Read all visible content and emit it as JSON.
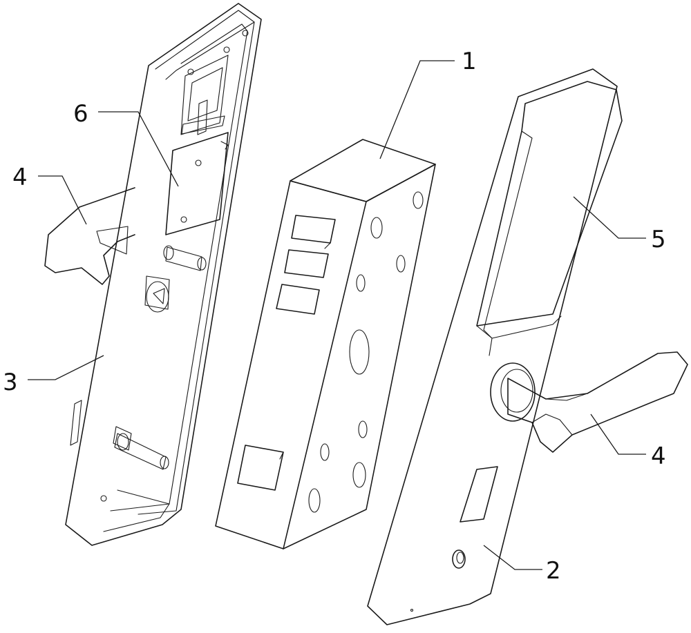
{
  "labels": {
    "body": "1",
    "front_panel": "2",
    "back_panel": "3",
    "handle_back": "4",
    "handle_front": "4",
    "display": "5",
    "motor_plate": "6"
  }
}
